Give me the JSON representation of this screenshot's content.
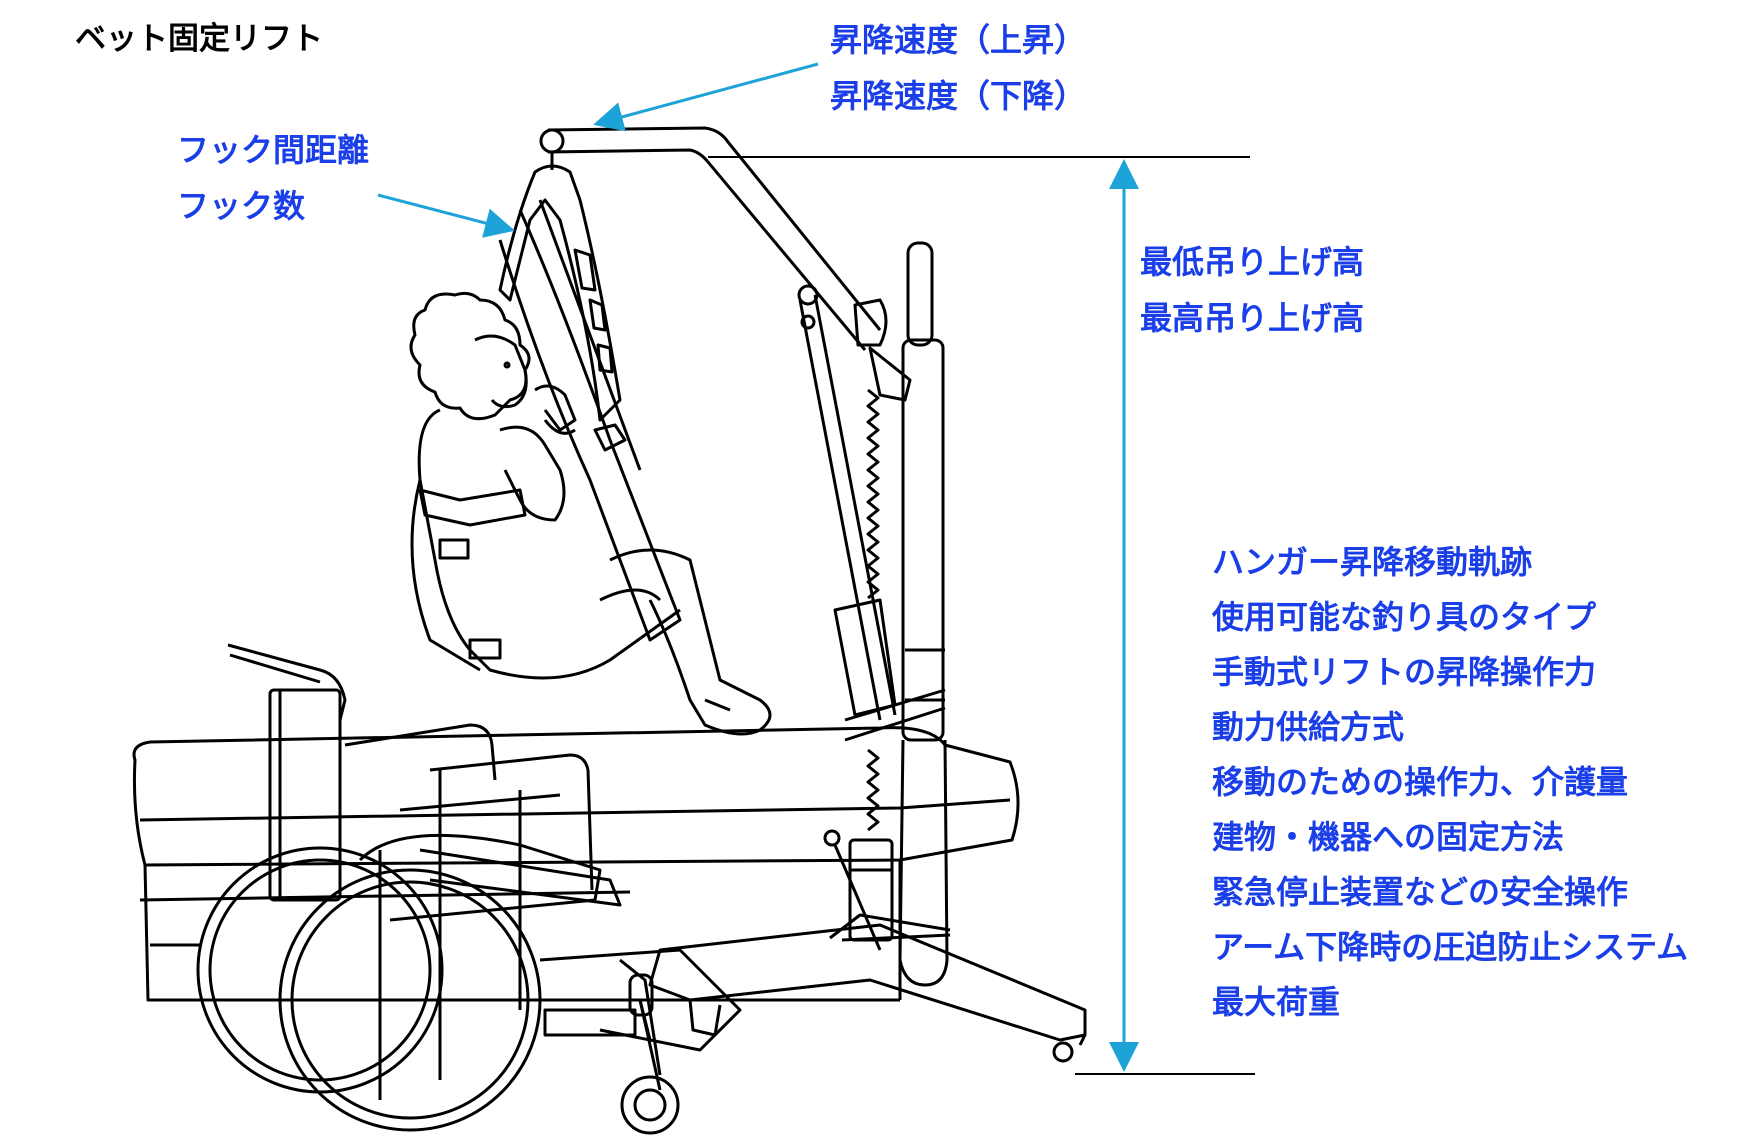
{
  "title": "ベット固定リフト",
  "labels": {
    "speed_up": "昇降速度（上昇）",
    "speed_down": "昇降速度（下降）",
    "hook_distance": "フック間距離",
    "hook_count": "フック数",
    "min_lift_height": "最低吊り上げ高",
    "max_lift_height": "最高吊り上げ高"
  },
  "spec_list": [
    "ハンガー昇降移動軌跡",
    "使用可能な釣り具のタイプ",
    "手動式リフトの昇降操作力",
    "動力供給方式",
    "移動のための操作力、介護量",
    "建物・機器への固定方法",
    "緊急停止装置などの安全操作",
    "アーム下降時の圧迫防止システム",
    "最大荷重"
  ],
  "colors": {
    "annotation_text": "#1a3ee8",
    "arrow": "#1ea3d8",
    "line_art": "#000000",
    "background": "#ffffff"
  }
}
